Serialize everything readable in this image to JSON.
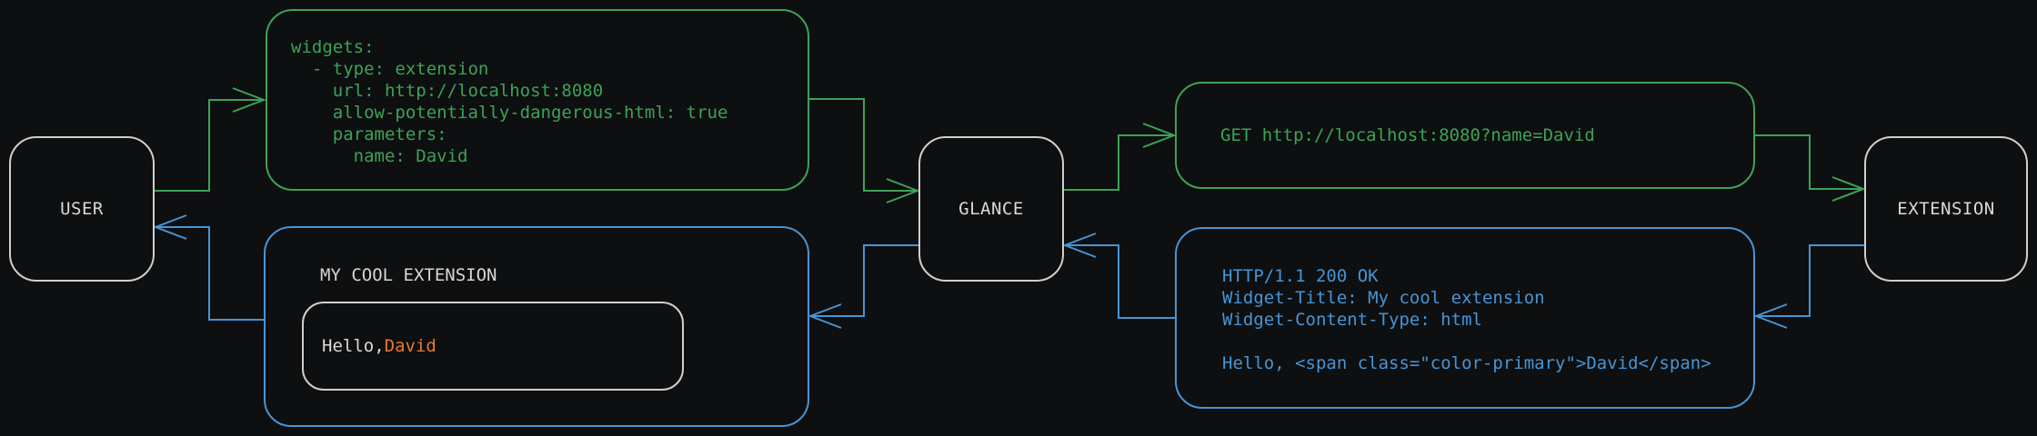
{
  "diagram": {
    "colors": {
      "background": "#0e0f10",
      "green_accent": "#3ba357",
      "blue_accent": "#4695d6",
      "orange_accent": "#e5792e",
      "node_border": "#cfcfcf",
      "text": "#d9d9d9"
    },
    "nodes": {
      "user": {
        "label": "USER"
      },
      "glance": {
        "label": "GLANCE"
      },
      "extension": {
        "label": "EXTENSION"
      }
    },
    "config_box": {
      "code": "widgets:\n  - type: extension\n    url: http://localhost:8080\n    allow-potentially-dangerous-html: true\n    parameters:\n      name: David"
    },
    "request_box": {
      "code": "GET http://localhost:8080?name=David"
    },
    "response_box": {
      "code": "HTTP/1.1 200 OK\nWidget-Title: My cool extension\nWidget-Content-Type: html\n\nHello, <span class=\"color-primary\">David</span>"
    },
    "widget_preview": {
      "title": "MY COOL EXTENSION",
      "greeting_prefix": "Hello, ",
      "greeting_name": "David"
    }
  }
}
